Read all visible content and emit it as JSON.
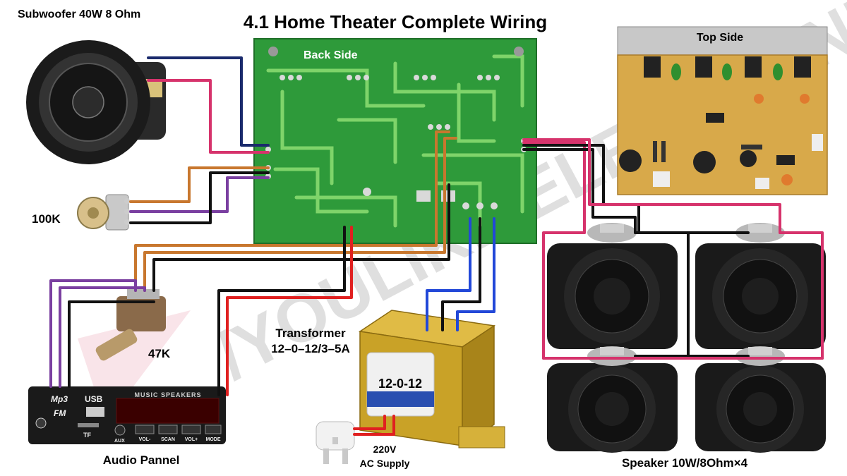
{
  "title": "4.1 Home Theater Complete Wiring",
  "labels": {
    "subwoofer": "Subwoofer 40W 8 Ohm",
    "back_side": "Back Side",
    "top_side": "Top Side",
    "pot_100k": "100K",
    "pot_47k": "47K",
    "transformer_line1": "Transformer",
    "transformer_line2": "12–0–12/3–5A",
    "transformer_face": "12-0-12",
    "ac_line1": "220V",
    "ac_line2": "AC Supply",
    "audio_panel": "Audio Pannel",
    "speakers": "Speaker 10W/8Ohm×4"
  },
  "audio_module": {
    "logo_top": "Mp3",
    "logo_bottom": "FM",
    "usb": "USB",
    "brand": "MUSIC SPEAKERS",
    "tf": "TF",
    "aux": "AUX",
    "buttons": [
      "VOL-",
      "SCAN",
      "VOL+",
      "MODE"
    ]
  },
  "watermark": "/YOULIKE ELECTRONIC",
  "colors": {
    "pcb_green": "#2e9a3a",
    "pcb_board_top": "#d8a94a",
    "wire_navy": "#1a2a6c",
    "wire_magenta": "#d6336c",
    "wire_brown": "#c8772e",
    "wire_purple": "#7a3fa0",
    "wire_black": "#111111",
    "wire_red": "#e02020",
    "wire_blue": "#2248d8",
    "transformer_gold": "#c9a227"
  }
}
